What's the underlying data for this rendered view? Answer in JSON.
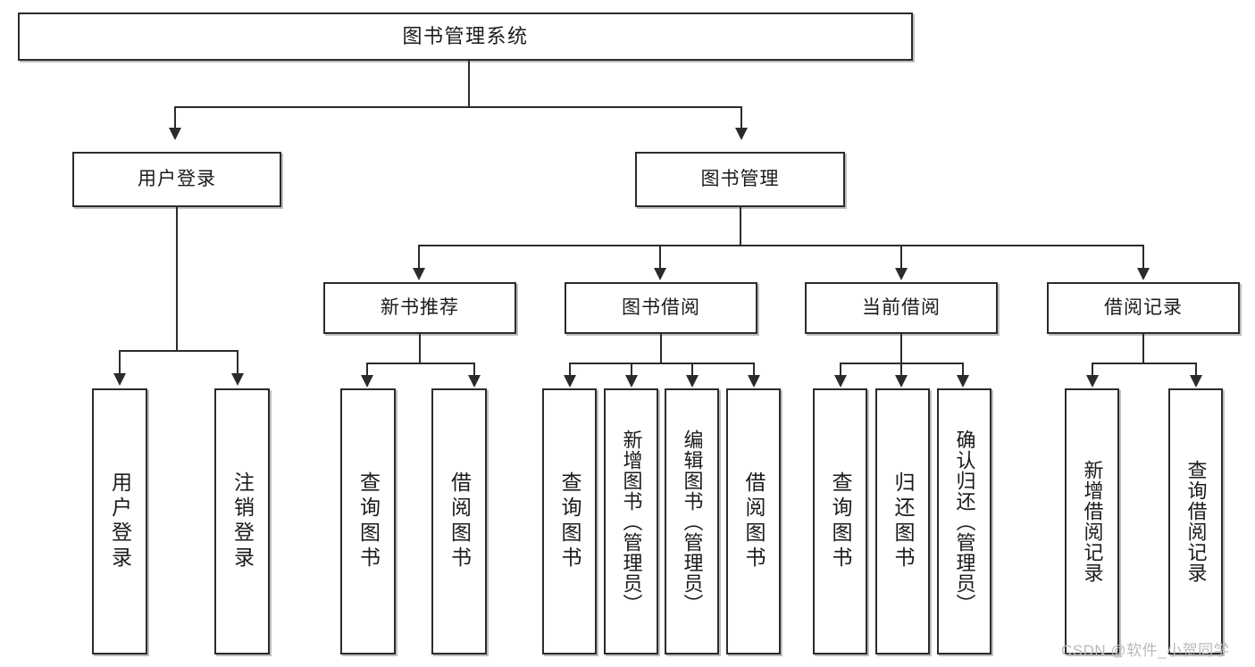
{
  "diagram": {
    "title": "图书管理系统",
    "type": "hierarchy-tree",
    "root": {
      "label": "图书管理系统"
    },
    "level2": [
      {
        "label": "用户登录"
      },
      {
        "label": "图书管理"
      }
    ],
    "level3": [
      {
        "label": "新书推荐"
      },
      {
        "label": "图书借阅"
      },
      {
        "label": "当前借阅"
      },
      {
        "label": "借阅记录"
      }
    ],
    "leaves": {
      "user_login": [
        {
          "label": "用户登录"
        },
        {
          "label": "注销登录"
        }
      ],
      "new_book_recommend": [
        {
          "label": "查询图书"
        },
        {
          "label": "借阅图书"
        }
      ],
      "book_borrow": [
        {
          "label": "查询图书"
        },
        {
          "label": "新增图书（管理员）"
        },
        {
          "label": "编辑图书（管理员）"
        },
        {
          "label": "借阅图书"
        }
      ],
      "current_borrow": [
        {
          "label": "查询图书"
        },
        {
          "label": "归还图书"
        },
        {
          "label": "确认归还（管理员）"
        }
      ],
      "borrow_record": [
        {
          "label": "新增借阅记录"
        },
        {
          "label": "查询借阅记录"
        }
      ]
    }
  },
  "watermark": {
    "text": "CSDN @软件_小贺同学"
  },
  "colors": {
    "background": "#ffffff",
    "border": "#2b2b2b",
    "text": "#1b1b1b",
    "shadow": "#aaaaaa",
    "watermark": "#b9b9b9"
  }
}
